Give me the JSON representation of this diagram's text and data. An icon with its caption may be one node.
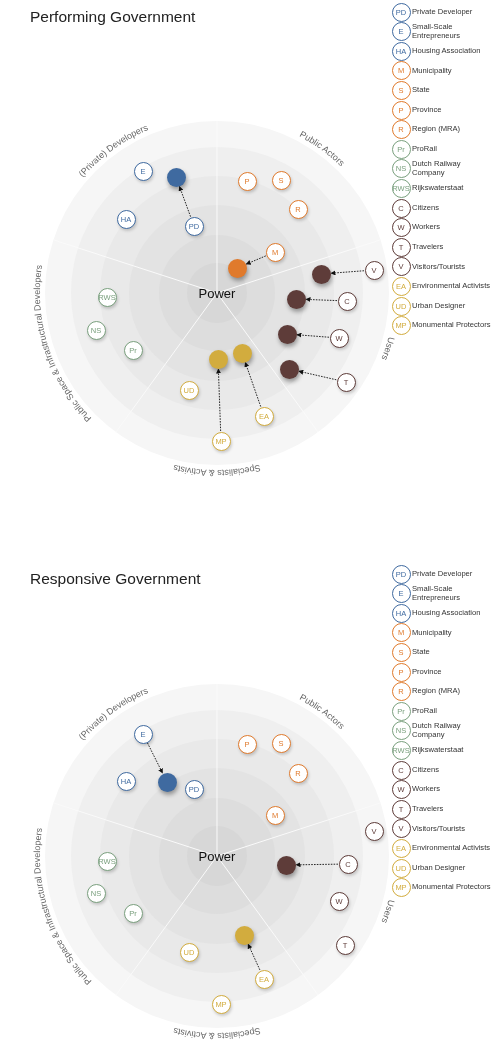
{
  "diagram": {
    "nodes": [
      {
        "text": [
          "PD"
        ],
        "beside": [
          "Private Developer"
        ]
      },
      {
        "text": [
          "E"
        ],
        "beside": [
          "Small-Scale Entrepreneurs"
        ]
      },
      {
        "text": [
          "HA"
        ],
        "beside": [
          "Housing Association"
        ]
      },
      {
        "text": [
          "M"
        ],
        "beside": [
          "Municipality"
        ]
      },
      {
        "text": [
          "S"
        ],
        "beside": [
          "State"
        ]
      },
      {
        "text": [
          "P"
        ],
        "beside": [
          "Province"
        ]
      },
      {
        "text": [
          "R"
        ],
        "beside": [
          "Region (MRA)"
        ]
      },
      {
        "text": [
          "Pr"
        ],
        "beside": [
          "ProRail"
        ]
      },
      {
        "text": [
          "NS"
        ],
        "beside": [
          "Dutch Railway Company"
        ]
      },
      {
        "text": [
          "RWS"
        ],
        "beside": [
          "Rijkswaterstaat"
        ]
      },
      {
        "text": [
          "C"
        ],
        "beside": [
          "Citizens"
        ]
      },
      {
        "text": [
          "W"
        ],
        "beside": [
          "Workers"
        ]
      },
      {
        "text": [
          "T"
        ],
        "beside": [
          "Travelers"
        ]
      },
      {
        "text": [
          "V"
        ],
        "beside": [
          "Visitors/Tourists"
        ]
      },
      {
        "text": [
          "EA"
        ],
        "beside": [
          "Environmental Activists"
        ]
      },
      {
        "text": [
          "UD"
        ],
        "beside": [
          "Urban Designer"
        ]
      },
      {
        "text": [
          "MP"
        ],
        "beside": [
          "Monumental Protectors"
        ]
      },
      {
        "text": [
          "E"
        ]
      },
      {
        "text": [
          "PD"
        ]
      },
      {
        "text": [
          "HA"
        ]
      },
      {
        "text": [
          "P"
        ]
      },
      {
        "text": [
          "S"
        ]
      },
      {
        "text": [
          "R"
        ]
      },
      {
        "text": [
          "M"
        ]
      },
      {
        "text": [
          "V"
        ]
      },
      {
        "text": [
          "C"
        ]
      },
      {
        "text": [
          "W"
        ]
      },
      {
        "text": [
          "T"
        ]
      },
      {
        "text": [
          "RWS"
        ]
      },
      {
        "text": [
          "NS"
        ]
      },
      {
        "text": [
          "Pr"
        ]
      },
      {
        "text": [
          "UD"
        ]
      },
      {
        "text": [
          "EA"
        ]
      },
      {
        "text": [
          "MP"
        ]
      },
      {
        "text": [],
        "shape": "circle"
      },
      {
        "text": [],
        "shape": "circle"
      },
      {
        "text": [],
        "shape": "circle"
      },
      {
        "text": [],
        "shape": "circle"
      },
      {
        "text": [],
        "shape": "circle"
      },
      {
        "text": [],
        "shape": "circle"
      },
      {
        "text": [],
        "shape": "circle"
      },
      {
        "text": [],
        "shape": "circle"
      },
      {
        "text": [
          "PD"
        ],
        "beside": [
          "Private Developer"
        ]
      },
      {
        "text": [
          "E"
        ],
        "beside": [
          "Small-Scale Entrepreneurs"
        ]
      },
      {
        "text": [
          "HA"
        ],
        "beside": [
          "Housing Association"
        ]
      },
      {
        "text": [
          "M"
        ],
        "beside": [
          "Municipality"
        ]
      },
      {
        "text": [
          "S"
        ],
        "beside": [
          "State"
        ]
      },
      {
        "text": [
          "P"
        ],
        "beside": [
          "Province"
        ]
      },
      {
        "text": [
          "R"
        ],
        "beside": [
          "Region (MRA)"
        ]
      },
      {
        "text": [
          "Pr"
        ],
        "beside": [
          "ProRail"
        ]
      },
      {
        "text": [
          "NS"
        ],
        "beside": [
          "Dutch Railway Company"
        ]
      },
      {
        "text": [
          "RWS"
        ],
        "beside": [
          "Rijkswaterstaat"
        ]
      },
      {
        "text": [
          "C"
        ],
        "beside": [
          "Citizens"
        ]
      },
      {
        "text": [
          "W"
        ],
        "beside": [
          "Workers"
        ]
      },
      {
        "text": [
          "T"
        ],
        "beside": [
          "Travelers"
        ]
      },
      {
        "text": [
          "V"
        ],
        "beside": [
          "Visitors/Tourists"
        ]
      },
      {
        "text": [
          "EA"
        ],
        "beside": [
          "Environmental Activists"
        ]
      },
      {
        "text": [
          "UD"
        ],
        "beside": [
          "Urban Designer"
        ]
      },
      {
        "text": [
          "MP"
        ],
        "beside": [
          "Monumental Protectors"
        ]
      },
      {
        "text": [
          "E"
        ]
      },
      {
        "text": [
          "PD"
        ]
      },
      {
        "text": [
          "HA"
        ]
      },
      {
        "text": [
          "P"
        ]
      },
      {
        "text": [
          "S"
        ]
      },
      {
        "text": [
          "R"
        ]
      },
      {
        "text": [
          "M"
        ]
      },
      {
        "text": [
          "V"
        ]
      },
      {
        "text": [
          "C"
        ]
      },
      {
        "text": [
          "W"
        ]
      },
      {
        "text": [
          "T"
        ]
      },
      {
        "text": [
          "RWS"
        ]
      },
      {
        "text": [
          "NS"
        ]
      },
      {
        "text": [
          "Pr"
        ]
      },
      {
        "text": [
          "UD"
        ]
      },
      {
        "text": [
          "EA"
        ]
      },
      {
        "text": [
          "MP"
        ]
      },
      {
        "text": [],
        "shape": "circle"
      },
      {
        "text": [],
        "shape": "circle"
      },
      {
        "text": [],
        "shape": "circle"
      }
    ],
    "edges": [
      {
        "from": 18,
        "to": 34,
        "arrow": "to",
        "style": "dashed"
      },
      {
        "from": 23,
        "to": 35,
        "arrow": "to",
        "style": "dashed"
      },
      {
        "from": 24,
        "to": 36,
        "arrow": "to",
        "style": "dashed"
      },
      {
        "from": 25,
        "to": 37,
        "arrow": "to",
        "style": "dashed"
      },
      {
        "from": 26,
        "to": 38,
        "arrow": "to",
        "style": "dashed"
      },
      {
        "from": 27,
        "to": 39,
        "arrow": "to",
        "style": "dashed"
      },
      {
        "from": 33,
        "to": 40,
        "arrow": "to",
        "style": "dashed"
      },
      {
        "from": 32,
        "to": 41,
        "arrow": "to",
        "style": "dashed"
      },
      {
        "from": 59,
        "to": 76,
        "arrow": "to",
        "style": "dashed"
      },
      {
        "from": 67,
        "to": 77,
        "arrow": "to",
        "style": "dashed"
      },
      {
        "from": 74,
        "to": 78,
        "arrow": "to",
        "style": "dashed"
      }
    ],
    "labels": [
      "Performing Government",
      "(Private) Developers",
      "Public Actors",
      "Users",
      "Specialists & Activists",
      "Public Space & Infrastructural Developers",
      "Power",
      "Responsive Government",
      "(Private) Developers",
      "Public Actors",
      "Users",
      "Specialists & Activists",
      "Public Space & Infrastructural Developers",
      "Power"
    ]
  }
}
